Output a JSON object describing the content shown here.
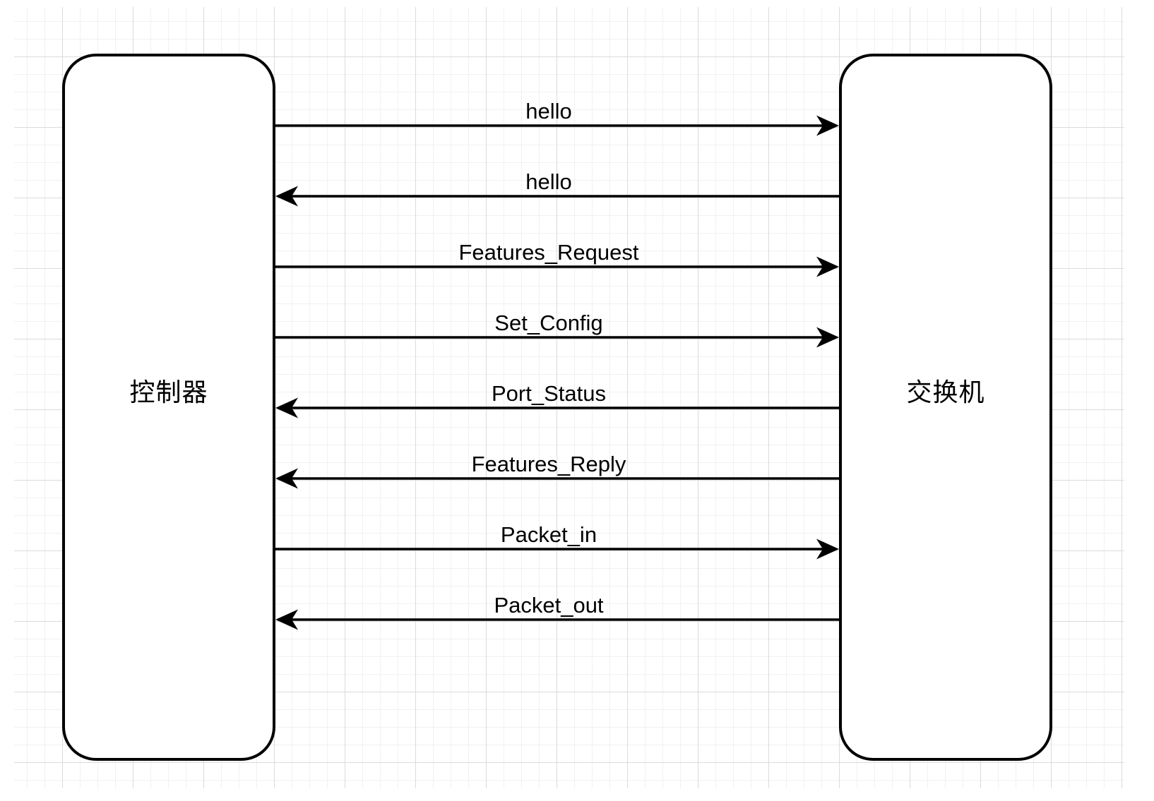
{
  "diagram": {
    "type": "sequence-exchange",
    "nodes": [
      {
        "id": "controller",
        "label": "控制器"
      },
      {
        "id": "switch",
        "label": "交换机"
      }
    ],
    "messages": [
      {
        "label": "hello",
        "from": "controller",
        "to": "switch",
        "direction": "right"
      },
      {
        "label": "hello",
        "from": "switch",
        "to": "controller",
        "direction": "left"
      },
      {
        "label": "Features_Request",
        "from": "controller",
        "to": "switch",
        "direction": "right"
      },
      {
        "label": "Set_Config",
        "from": "controller",
        "to": "switch",
        "direction": "right"
      },
      {
        "label": "Port_Status",
        "from": "switch",
        "to": "controller",
        "direction": "left"
      },
      {
        "label": "Features_Reply",
        "from": "switch",
        "to": "controller",
        "direction": "left"
      },
      {
        "label": "Packet_in",
        "from": "controller",
        "to": "switch",
        "direction": "right"
      },
      {
        "label": "Packet_out",
        "from": "switch",
        "to": "controller",
        "direction": "left"
      }
    ],
    "colors": {
      "stroke": "#000000",
      "text": "#000000",
      "node_fill": "#ffffff",
      "background": "#ffffff",
      "grid_minor": "#f1f1f1",
      "grid_major": "#dbdbdb"
    }
  }
}
